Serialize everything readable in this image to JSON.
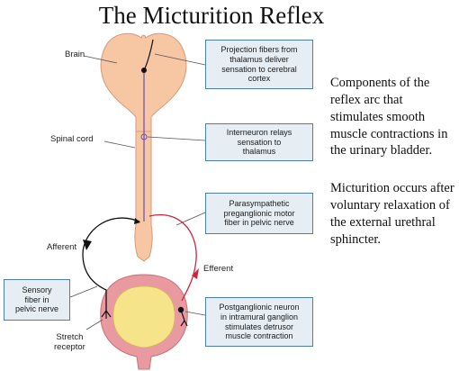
{
  "title": "The Micturition Reflex",
  "labels": {
    "brain": "Brain",
    "spinal_cord": "Spinal cord",
    "afferent": "Afferent",
    "efferent": "Efferent",
    "stretch_receptor": "Stretch\nreceptor"
  },
  "boxes": {
    "projection_fibers": "Projection fibers from\nthalamus deliver\nsensation to cerebral\ncortex",
    "interneuron": "Interneuron relays\nsensation to\nthalamus",
    "parasympathetic": "Parasympathetic\npreganglionic motor\nfiber in pelvic nerve",
    "sensory_fiber": "Sensory\nfiber in\npelvic nerve",
    "postganglionic": "Postganglionic neuron\nin intramural ganglion\nstimulates detrusor\nmuscle contraction"
  },
  "side_text": {
    "components": "Components of the reflex arc that stimulates smooth muscle contractions in the urinary bladder.",
    "micturition": "Micturition occurs after voluntary relaxation of the external urethral sphincter."
  },
  "colors": {
    "tissue": "#f7c6a3",
    "tissue_outline": "#d79a78",
    "bladder_wall": "#e99aa0",
    "bladder_urine": "#f6e48a",
    "afferent_fiber": "#111111",
    "efferent_fiber": "#d0243a",
    "interneuron_fiber": "#6a4fb0",
    "box_fill": "#e6eef4",
    "box_border": "#4b7fa6"
  }
}
